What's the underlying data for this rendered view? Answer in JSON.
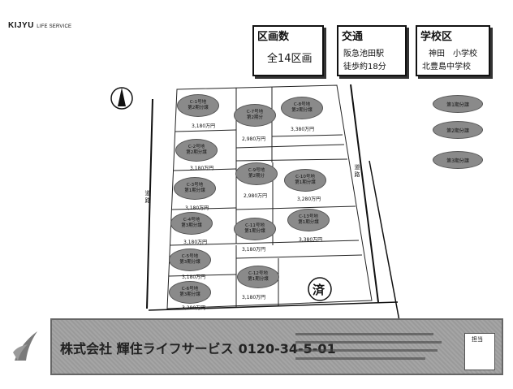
{
  "brand": {
    "name": "KIJYU",
    "sub": "LIFE SERVICE"
  },
  "box_lots": {
    "title": "区画数",
    "text": "全14区画"
  },
  "box_traffic": {
    "title": "交通",
    "line1": "阪急池田駅",
    "line2": "徒歩約18分"
  },
  "box_school": {
    "title": "学校区",
    "line1": "神田　小学校",
    "line2": "北豊島中学校"
  },
  "roads": {
    "left": "道路",
    "right": "道路"
  },
  "sold_mark": "済",
  "lots": [
    {
      "name": "C-1号地",
      "phase": "第2期分譲",
      "price": "3,180万円"
    },
    {
      "name": "C-7号地",
      "phase": "第2期分",
      "price": "2,980万円"
    },
    {
      "name": "C-8号地",
      "phase": "第2期分譲",
      "price": "3,380万円"
    },
    {
      "name": "C-2号地",
      "phase": "第2期分譲",
      "price": "3,180万円"
    },
    {
      "name": "C-9号地",
      "phase": "第2期分",
      "price": "2,980万円"
    },
    {
      "name": "C-10号地",
      "phase": "第1期分譲",
      "price": "3,280万円"
    },
    {
      "name": "C-3号地",
      "phase": "第1期分譲",
      "price": "3,180万円"
    },
    {
      "name": "C-4号地",
      "phase": "第3期分譲",
      "price": "3,180万円"
    },
    {
      "name": "C-11号地",
      "phase": "第1期分譲",
      "price": "3,180万円"
    },
    {
      "name": "C-13号地",
      "phase": "第1期分譲",
      "price": "3,380万円"
    },
    {
      "name": "C-5号地",
      "phase": "第3期分譲",
      "price": "3,180万円"
    },
    {
      "name": "C-12号地",
      "phase": "第1期分譲",
      "price": "3,180万円"
    },
    {
      "name": "C-6号地",
      "phase": "第3期分譲",
      "price": "3,280万円"
    }
  ],
  "legend": [
    "第1期分譲",
    "第2期分譲",
    "第3期分譲"
  ],
  "footer": {
    "company": "株式会社 輝住ライフサービス",
    "tel": "0120-34-5-01"
  },
  "stamp": "担当"
}
